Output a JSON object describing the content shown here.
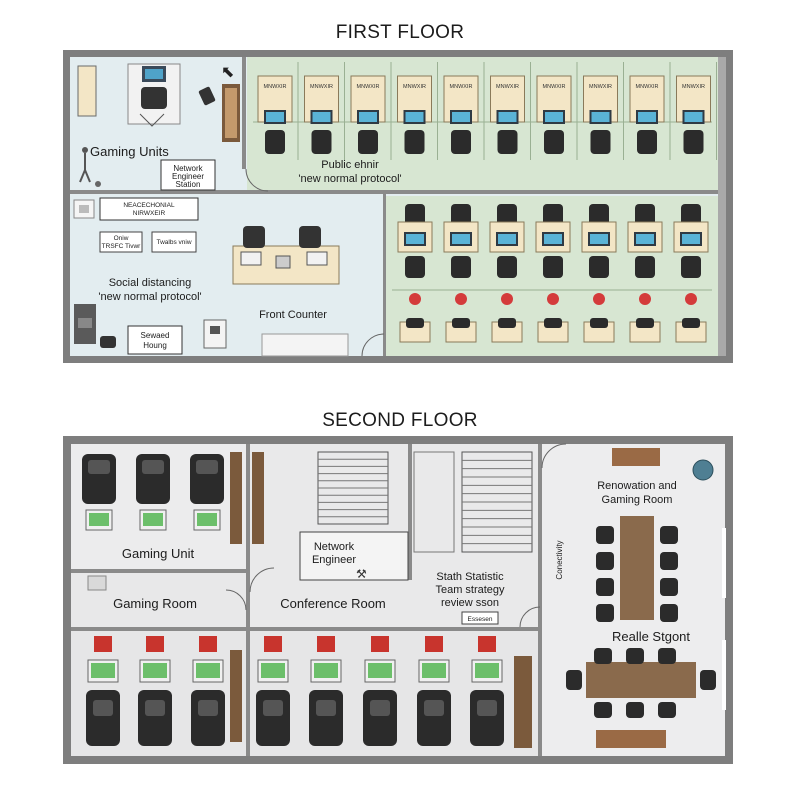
{
  "floors": {
    "first": {
      "title": "FIRST FLOOR",
      "labels": {
        "gaming_units": "Gaming Units",
        "network_station": [
          "Network",
          "Engineer",
          "Station"
        ],
        "public_line1": "Public ehnir",
        "public_line2": "'new normal protocol'",
        "sign_top1": "NEACECHONIAL",
        "sign_top2": "NIRWXEIR",
        "sign_left1": "Oniw",
        "sign_left2": "TRSFC Tivwr",
        "sign_right": "Twalbs vniw",
        "social_line1": "Social distancing",
        "social_line2": "'new normal protocol'",
        "front_counter": "Front Counter",
        "sewed_line1": "Sewaed",
        "sewed_line2": "Houng",
        "cubicle_tag": "MNWXIR"
      }
    },
    "second": {
      "title": "SECOND FLOOR",
      "labels": {
        "gaming_unit": "Gaming Unit",
        "gaming_room": "Gaming Room",
        "network_engineer": [
          "Network",
          "Engineer"
        ],
        "conference_room": "Conference Room",
        "stats": [
          "Stath Statistic",
          "Team strategy",
          "review sson"
        ],
        "small_sign": "Essesen",
        "renovation": [
          "Renowation and",
          "Gaming Room"
        ],
        "connectivity": "Conectivity",
        "realle": "Realle Stgont"
      }
    }
  }
}
